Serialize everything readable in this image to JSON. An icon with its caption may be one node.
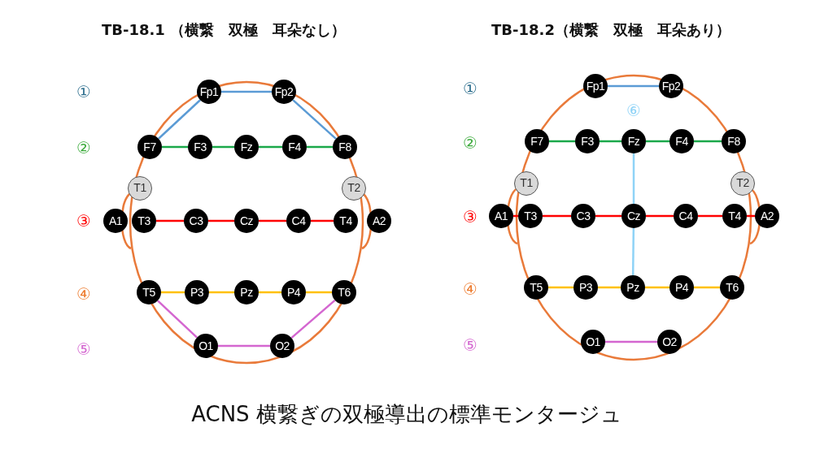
{
  "diagram": {
    "caption": "ACNS 横繋ぎの双極導出の標準モンタージュ",
    "nodes": [
      {
        "text": [
          "Fp1"
        ]
      },
      {
        "text": [
          "Fp2"
        ]
      },
      {
        "text": [
          "F7"
        ]
      },
      {
        "text": [
          "F3"
        ]
      },
      {
        "text": [
          "Fz"
        ]
      },
      {
        "text": [
          "F4"
        ]
      },
      {
        "text": [
          "F8"
        ]
      },
      {
        "text": [
          "T1"
        ]
      },
      {
        "text": [
          "T2"
        ]
      },
      {
        "text": [
          "A1"
        ]
      },
      {
        "text": [
          "T3"
        ]
      },
      {
        "text": [
          "C3"
        ]
      },
      {
        "text": [
          "Cz"
        ]
      },
      {
        "text": [
          "C4"
        ]
      },
      {
        "text": [
          "T4"
        ]
      },
      {
        "text": [
          "A2"
        ]
      },
      {
        "text": [
          "T5"
        ]
      },
      {
        "text": [
          "P3"
        ]
      },
      {
        "text": [
          "Pz"
        ]
      },
      {
        "text": [
          "P4"
        ]
      },
      {
        "text": [
          "T6"
        ]
      },
      {
        "text": [
          "O1"
        ]
      },
      {
        "text": [
          "O2"
        ]
      },
      {
        "text": [
          "Fp1"
        ]
      },
      {
        "text": [
          "Fp2"
        ]
      },
      {
        "text": [
          "F7"
        ]
      },
      {
        "text": [
          "F3"
        ]
      },
      {
        "text": [
          "Fz"
        ]
      },
      {
        "text": [
          "F4"
        ]
      },
      {
        "text": [
          "F8"
        ]
      },
      {
        "text": [
          "T1"
        ]
      },
      {
        "text": [
          "T2"
        ]
      },
      {
        "text": [
          "A1"
        ]
      },
      {
        "text": [
          "T3"
        ]
      },
      {
        "text": [
          "C3"
        ]
      },
      {
        "text": [
          "Cz"
        ]
      },
      {
        "text": [
          "C4"
        ]
      },
      {
        "text": [
          "T4"
        ]
      },
      {
        "text": [
          "A2"
        ]
      },
      {
        "text": [
          "T5"
        ]
      },
      {
        "text": [
          "P3"
        ]
      },
      {
        "text": [
          "Pz"
        ]
      },
      {
        "text": [
          "P4"
        ]
      },
      {
        "text": [
          "T6"
        ]
      },
      {
        "text": [
          "O1"
        ]
      },
      {
        "text": [
          "O2"
        ]
      }
    ],
    "edges": [
      {
        "from": 2,
        "to": 0,
        "arrow": "none",
        "color": "#5b9bd5"
      },
      {
        "from": 0,
        "to": 1,
        "arrow": "none",
        "color": "#5b9bd5"
      },
      {
        "from": 1,
        "to": 6,
        "arrow": "none",
        "color": "#5b9bd5"
      },
      {
        "from": 2,
        "to": 3,
        "arrow": "none",
        "color": "#1aa84a"
      },
      {
        "from": 3,
        "to": 4,
        "arrow": "none",
        "color": "#1aa84a"
      },
      {
        "from": 4,
        "to": 5,
        "arrow": "none",
        "color": "#1aa84a"
      },
      {
        "from": 5,
        "to": 6,
        "arrow": "none",
        "color": "#1aa84a"
      },
      {
        "from": 10,
        "to": 11,
        "arrow": "none",
        "color": "#ff0000"
      },
      {
        "from": 11,
        "to": 12,
        "arrow": "none",
        "color": "#ff0000"
      },
      {
        "from": 12,
        "to": 13,
        "arrow": "none",
        "color": "#ff0000"
      },
      {
        "from": 13,
        "to": 14,
        "arrow": "none",
        "color": "#ff0000"
      },
      {
        "from": 16,
        "to": 17,
        "arrow": "none",
        "color": "#ffc000"
      },
      {
        "from": 17,
        "to": 18,
        "arrow": "none",
        "color": "#ffc000"
      },
      {
        "from": 18,
        "to": 19,
        "arrow": "none",
        "color": "#ffc000"
      },
      {
        "from": 19,
        "to": 20,
        "arrow": "none",
        "color": "#ffc000"
      },
      {
        "from": 16,
        "to": 21,
        "arrow": "none",
        "color": "#d466d0"
      },
      {
        "from": 21,
        "to": 22,
        "arrow": "none",
        "color": "#d466d0"
      },
      {
        "from": 22,
        "to": 20,
        "arrow": "none",
        "color": "#d466d0"
      },
      {
        "from": 23,
        "to": 24,
        "arrow": "none",
        "color": "#5b9bd5"
      },
      {
        "from": 25,
        "to": 26,
        "arrow": "none",
        "color": "#1aa84a"
      },
      {
        "from": 26,
        "to": 27,
        "arrow": "none",
        "color": "#1aa84a"
      },
      {
        "from": 27,
        "to": 28,
        "arrow": "none",
        "color": "#1aa84a"
      },
      {
        "from": 28,
        "to": 29,
        "arrow": "none",
        "color": "#1aa84a"
      },
      {
        "from": 32,
        "to": 33,
        "arrow": "none",
        "color": "#ff0000"
      },
      {
        "from": 33,
        "to": 34,
        "arrow": "none",
        "color": "#ff0000"
      },
      {
        "from": 34,
        "to": 35,
        "arrow": "none",
        "color": "#ff0000"
      },
      {
        "from": 35,
        "to": 36,
        "arrow": "none",
        "color": "#ff0000"
      },
      {
        "from": 36,
        "to": 37,
        "arrow": "none",
        "color": "#ff0000"
      },
      {
        "from": 37,
        "to": 38,
        "arrow": "none",
        "color": "#ff0000"
      },
      {
        "from": 39,
        "to": 40,
        "arrow": "none",
        "color": "#ffc000"
      },
      {
        "from": 40,
        "to": 41,
        "arrow": "none",
        "color": "#ffc000"
      },
      {
        "from": 41,
        "to": 42,
        "arrow": "none",
        "color": "#ffc000"
      },
      {
        "from": 42,
        "to": 43,
        "arrow": "none",
        "color": "#ffc000"
      },
      {
        "from": 44,
        "to": 45,
        "arrow": "none",
        "color": "#d466d0"
      },
      {
        "from": 27,
        "to": 35,
        "arrow": "none",
        "color": "#8fd3f7"
      },
      {
        "from": 35,
        "to": 41,
        "arrow": "none",
        "color": "#8fd3f7"
      }
    ],
    "labels": [
      "TB-18.1 （横繋　双極　耳朵なし）",
      "TB-18.2（横繋　双極　耳朵あり）",
      "①",
      "②",
      "③",
      "④",
      "⑤",
      "①",
      "⑥",
      "②",
      "③",
      "④",
      "⑤"
    ]
  }
}
